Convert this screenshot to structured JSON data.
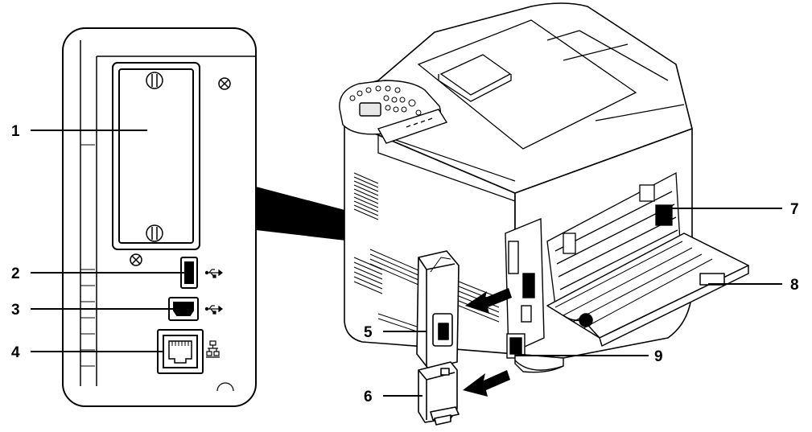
{
  "diagram": {
    "title": "",
    "callouts": [
      {
        "id": "1",
        "label": "1"
      },
      {
        "id": "2",
        "label": "2"
      },
      {
        "id": "3",
        "label": "3"
      },
      {
        "id": "4",
        "label": "4"
      },
      {
        "id": "5",
        "label": "5"
      },
      {
        "id": "6",
        "label": "6"
      },
      {
        "id": "7",
        "label": "7"
      },
      {
        "id": "8",
        "label": "8"
      },
      {
        "id": "9",
        "label": "9"
      }
    ]
  },
  "icons": [
    "screw-icon",
    "usb-icon",
    "network-icon",
    "arrow-icon"
  ],
  "colors": {
    "line": "#000000",
    "background": "#ffffff",
    "arrow": "#000000"
  }
}
